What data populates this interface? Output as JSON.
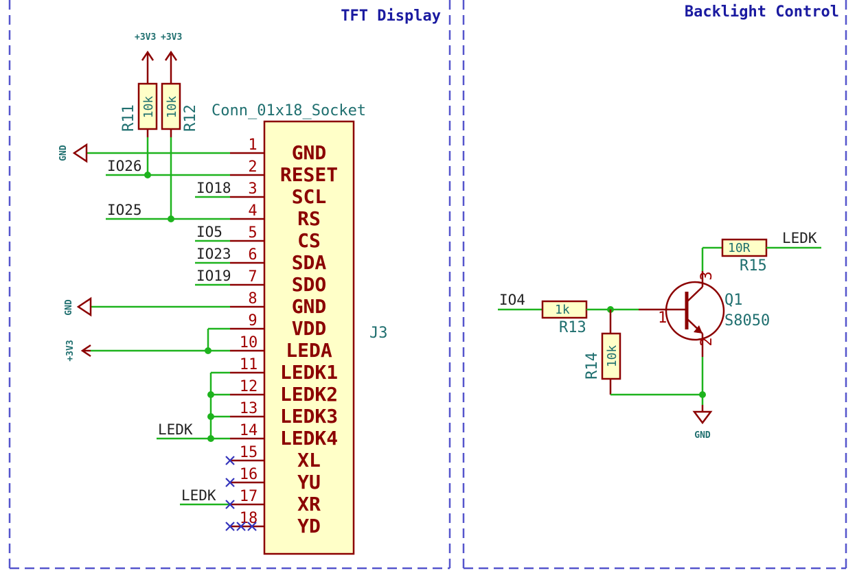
{
  "panels": {
    "left_title": "TFT Display",
    "right_title": "Backlight Control"
  },
  "connector": {
    "name": "Conn_01x18_Socket",
    "ref": "J3",
    "pins": [
      {
        "num": "1",
        "name": "GND"
      },
      {
        "num": "2",
        "name": "RESET"
      },
      {
        "num": "3",
        "name": "SCL"
      },
      {
        "num": "4",
        "name": "RS"
      },
      {
        "num": "5",
        "name": "CS"
      },
      {
        "num": "6",
        "name": "SDA"
      },
      {
        "num": "7",
        "name": "SDO"
      },
      {
        "num": "8",
        "name": "GND"
      },
      {
        "num": "9",
        "name": "VDD"
      },
      {
        "num": "10",
        "name": "LEDA"
      },
      {
        "num": "11",
        "name": "LEDK1"
      },
      {
        "num": "12",
        "name": "LEDK2"
      },
      {
        "num": "13",
        "name": "LEDK3"
      },
      {
        "num": "14",
        "name": "LEDK4"
      },
      {
        "num": "15",
        "name": "XL"
      },
      {
        "num": "16",
        "name": "YU"
      },
      {
        "num": "17",
        "name": "XR"
      },
      {
        "num": "18",
        "name": "YD"
      }
    ]
  },
  "net_labels": {
    "io26": "IO26",
    "io18": "IO18",
    "io25": "IO25",
    "io5": "IO5",
    "io23": "IO23",
    "io19": "IO19",
    "ledk_a": "LEDK",
    "ledk_b": "LEDK",
    "io4": "IO4",
    "ledk_c": "LEDK"
  },
  "power": {
    "pwr1": "+3V3",
    "pwr2": "+3V3",
    "gnd1": "GND",
    "gnd2": "GND",
    "v3_left": "+3V3",
    "gnd_right": "GND"
  },
  "components": {
    "r11": {
      "ref": "R11",
      "value": "10k"
    },
    "r12": {
      "ref": "R12",
      "value": "10k"
    },
    "r13": {
      "ref": "R13",
      "value": "1k"
    },
    "r14": {
      "ref": "R14",
      "value": "10k"
    },
    "r15": {
      "ref": "R15",
      "value": "10R"
    },
    "q1": {
      "ref": "Q1",
      "value": "S8050",
      "pin_b": "1",
      "pin_c": "3",
      "pin_e": "2"
    }
  }
}
